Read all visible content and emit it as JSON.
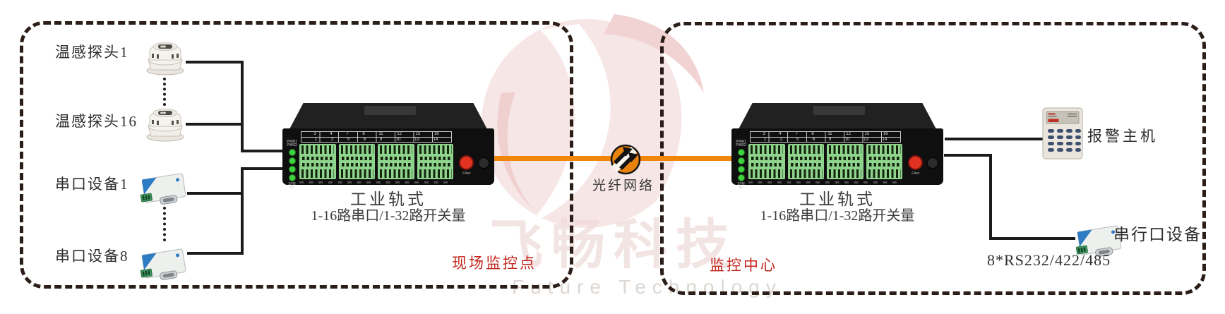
{
  "watermark": {
    "brand": "飞畅科技",
    "subtitle": "Future Technology"
  },
  "site": {
    "zone_label": "现场监控点",
    "sensor_first": "温感探头1",
    "sensor_last": "温感探头16",
    "serial_first": "串口设备1",
    "serial_last": "串口设备8"
  },
  "device": {
    "title": "工业轨式",
    "subtitle": "1-16路串口/1-32路开关量",
    "ports_top": "3 4 7 8 11 12 15 16",
    "ports_bottom": "1 2 5 6 9 10 13 14",
    "led_top1": "PWR1",
    "led_top2": "PWR2",
    "led_bot1": "SYN",
    "led_bot2": "NC",
    "fiber_port_label": "Fiber"
  },
  "link": {
    "label": "光纤网络"
  },
  "center": {
    "zone_label": "监控中心",
    "alarm_host": "报警主机",
    "serial_device": "串行口设备",
    "serial_spec": "8*RS232/422/485"
  }
}
